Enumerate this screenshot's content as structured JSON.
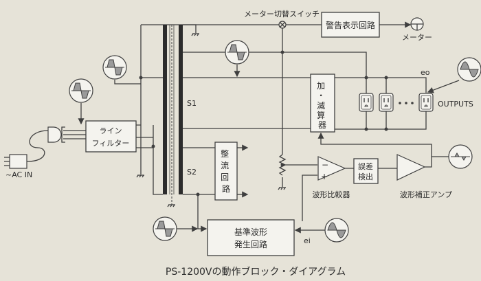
{
  "labels": {
    "meter_switch": "メーター切替スイッチ",
    "warning_circuit": "警告表示回路",
    "meter": "メーター",
    "adder": [
      "加",
      "・",
      "減",
      "算",
      "器"
    ],
    "eo": "eo",
    "outputs": "OUTPUTS",
    "s1": "S1",
    "s2": "S2",
    "line_filter": [
      "ライン",
      "フィルター"
    ],
    "ac_in": "~AC  IN",
    "rectifier": [
      "整",
      "流",
      "回",
      "路"
    ],
    "error_detect": [
      "誤差",
      "検出"
    ],
    "comparator": "波形比較器",
    "correction_amp": "波形補正アンプ",
    "reference": [
      "基準波形",
      "発生回路"
    ],
    "ei": "ei",
    "minus": "−",
    "plus": "+",
    "caption": "PS-1200Vの動作ブロック・ダイアグラム"
  },
  "colors": {
    "background": "#e6e3d8",
    "line": "#3f3f3f",
    "box": "#f4f3ee"
  }
}
